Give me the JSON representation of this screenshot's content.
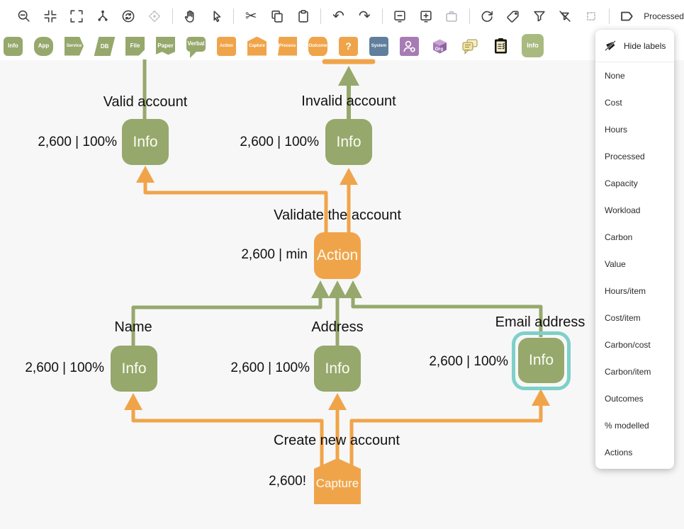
{
  "colors": {
    "green": "#96a86c",
    "orange": "#f0a44a",
    "selection_teal": "#7ed0c8",
    "system_blue": "#5f7f9c",
    "purple": "#a77cb4",
    "canvas_bg": "#f7f7f7"
  },
  "toolbar": {
    "icons": [
      "zoom-out",
      "fit-view",
      "fullscreen",
      "hierarchy",
      "reset-rotation",
      "move-crosshair",
      "pan-hand",
      "select-cursor",
      "cut",
      "copy",
      "paste",
      "undo",
      "redo",
      "collapse-display",
      "expand-display",
      "briefcase",
      "refresh",
      "tag",
      "filter",
      "filter-clear",
      "dotted-box",
      "label-flag"
    ],
    "active_label": "Processed"
  },
  "palette": {
    "items": [
      {
        "label": "Info"
      },
      {
        "label": "App"
      },
      {
        "label": "Service"
      },
      {
        "label": "DB"
      },
      {
        "label": "File"
      },
      {
        "label": "Paper"
      },
      {
        "label": "Verbal"
      },
      {
        "label": "Action"
      },
      {
        "label": "Capture"
      },
      {
        "label": "Process"
      },
      {
        "label": "Outcome"
      },
      {
        "label": "?"
      },
      {
        "label": "System"
      },
      {
        "label": ""
      },
      {
        "label": "Org"
      },
      {
        "label": ""
      },
      {
        "label": ""
      },
      {
        "label": "Info"
      }
    ]
  },
  "menu": {
    "header": "Hide labels",
    "items": [
      "None",
      "Cost",
      "Hours",
      "Processed",
      "Capacity",
      "Workload",
      "Carbon",
      "Value",
      "Hours/item",
      "Cost/item",
      "Carbon/cost",
      "Carbon/item",
      "Outcomes",
      "% modelled",
      "Actions"
    ]
  },
  "diagram": {
    "nodes": [
      {
        "title": "Valid account",
        "value": "2,600 | 100%",
        "shape_label": "Info"
      },
      {
        "title": "Invalid account",
        "value": "2,600 | 100%",
        "shape_label": "Info"
      },
      {
        "title": "Validate the account",
        "value": "2,600 | min",
        "shape_label": "Action"
      },
      {
        "title": "Name",
        "value": "2,600 | 100%",
        "shape_label": "Info"
      },
      {
        "title": "Address",
        "value": "2,600 | 100%",
        "shape_label": "Info"
      },
      {
        "title": "Email address",
        "value": "2,600 | 100%",
        "shape_label": "Info"
      },
      {
        "title": "Create new account",
        "value": "2,600!",
        "shape_label": "Capture"
      }
    ]
  }
}
